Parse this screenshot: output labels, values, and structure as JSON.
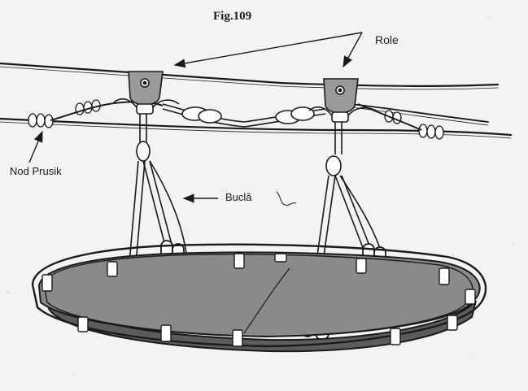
{
  "figure": {
    "title": "Fig.109",
    "labels": {
      "role": "Role",
      "nod_prusik": "Nod Prusik",
      "bucla": "Buclă"
    }
  },
  "colors": {
    "ink": "#1a1a1a",
    "paper": "#f3f3f1",
    "basket_fill": "#8a8a88",
    "basket_shadow": "#5c5c5a",
    "rope": "#d8d8d4"
  }
}
